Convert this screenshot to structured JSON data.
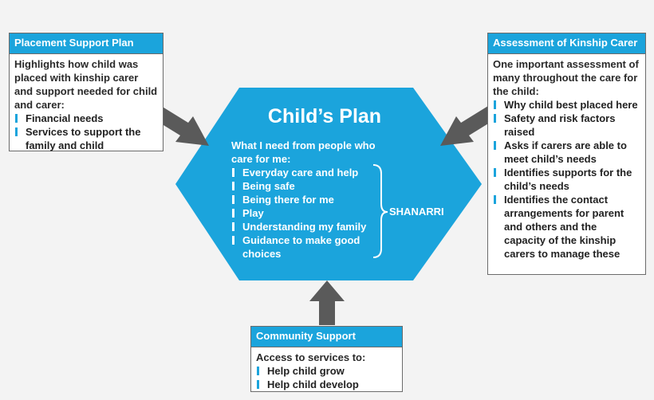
{
  "colors": {
    "accent": "#1ba4dc",
    "arrow": "#5a5a5a",
    "border": "#6b6b6b",
    "background": "#f3f3f3"
  },
  "placement": {
    "title": "Placement Support Plan",
    "intro": "Highlights how child was placed with kinship carer and support needed for child and carer:",
    "items": [
      "Financial needs",
      "Services to support the family and child"
    ]
  },
  "assessment": {
    "title": "Assessment of Kinship Carer",
    "intro": "One important assessment of many throughout the care for the child:",
    "items": [
      "Why child best placed here",
      "Safety and risk factors raised",
      "Asks if carers are able to meet child’s needs",
      "Identifies supports for the child’s needs",
      "Identifies the contact arrangements for parent and others and the capacity of the kinship carers to manage these"
    ]
  },
  "community": {
    "title": "Community Support",
    "intro": "Access to services to:",
    "items": [
      "Help child grow",
      "Help child develop"
    ]
  },
  "plan": {
    "title": "Child’s Plan",
    "intro": "What I need from people who care for me:",
    "items": [
      "Everyday care and help",
      "Being safe",
      "Being there for me",
      "Play",
      "Understanding my family",
      "Guidance to make good choices"
    ],
    "brace_label": "SHANARRI"
  }
}
